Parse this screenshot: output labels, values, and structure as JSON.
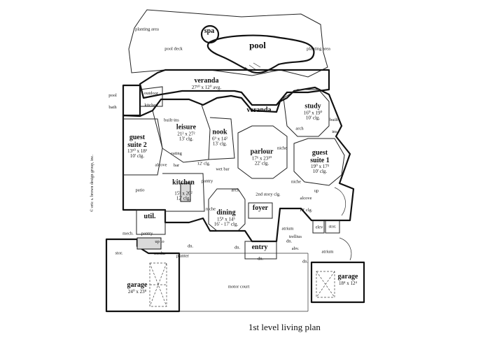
{
  "caption": "1st level living plan",
  "copyright": "© eric s. brown design group, inc.",
  "rooms": {
    "spa": {
      "name": "spa"
    },
    "pool": {
      "name": "pool"
    },
    "pool_deck": {
      "name": "pool deck"
    },
    "planting_left": {
      "name": "planting area"
    },
    "planting_right": {
      "name": "planting area"
    },
    "pool_bath": {
      "name": "pool bath"
    },
    "outdoor_kitchen": {
      "name": "outdoor kitchen"
    },
    "veranda_top": {
      "name": "veranda",
      "dim": "27¹⁰ x 12⁰ avg."
    },
    "veranda_mid": {
      "name": "veranda"
    },
    "study": {
      "name": "study",
      "dim": "16⁰ x 19⁰",
      "clg": "10' clg."
    },
    "built_ins_left": {
      "name": "built-ins"
    },
    "built_ins_right": {
      "name": "built-ins"
    },
    "guest_suite_2": {
      "name": "guest suite 2",
      "dim": "13¹⁰ x 18²",
      "clg": "10' clg."
    },
    "leisure": {
      "name": "leisure",
      "dim": "21² x 27²",
      "clg": "13' clg."
    },
    "nook": {
      "name": "nook",
      "dim": "6⁹ x 14²",
      "clg": "13' clg."
    },
    "parlour": {
      "name": "parlour",
      "dim": "17⁶ x 23¹⁰",
      "clg": "22' clg."
    },
    "guest_suite_1": {
      "name": "guest suite 1",
      "dim": "19⁰ x 17³",
      "clg": "10' clg."
    },
    "arch_study": {
      "name": "arch"
    },
    "niche_parlour": {
      "name": "niche"
    },
    "niche_gs1": {
      "name": "niche"
    },
    "alcove_left": {
      "name": "alcove"
    },
    "eating_bar": {
      "name": "eating bar"
    },
    "clg_12": {
      "name": "12' clg."
    },
    "wet_bar": {
      "name": "wet bar"
    },
    "pantry_center": {
      "name": "pantry"
    },
    "kitchen": {
      "name": "kitchen",
      "dim": "15⁹ x 20²",
      "clg": "12' clg."
    },
    "patio": {
      "name": "patio"
    },
    "arch_center": {
      "name": "arch"
    },
    "two_story_clg": {
      "name": "2nd story clg."
    },
    "up_gs1": {
      "name": "up"
    },
    "alcove_right": {
      "name": "alcove",
      "clg": "10' clg."
    },
    "util": {
      "name": "util."
    },
    "mech": {
      "name": "mech."
    },
    "pantry_util": {
      "name": "pantry"
    },
    "niche_dining": {
      "name": "niche"
    },
    "dining": {
      "name": "dining",
      "dim": "15⁸ x 14⁶",
      "clg": "16' - 17' clg."
    },
    "foyer": {
      "name": "foyer"
    },
    "atrium_center": {
      "name": "atrium"
    },
    "trellis": {
      "name": "trellius abv."
    },
    "elev": {
      "name": "elev"
    },
    "stor_right": {
      "name": "stor."
    },
    "stor_left": {
      "name": "stor."
    },
    "up_to_media": {
      "name": "up to media"
    },
    "dn_left": {
      "name": "dn."
    },
    "planter": {
      "name": "planter"
    },
    "dn_center": {
      "name": "dn."
    },
    "dn_atrium": {
      "name": "dn."
    },
    "entry": {
      "name": "entry"
    },
    "dn_entry": {
      "name": "dn."
    },
    "dn_right": {
      "name": "dn."
    },
    "atrium_right": {
      "name": "atrium"
    },
    "garage_left": {
      "name": "garage",
      "dim": "24⁰ x 23⁸"
    },
    "garage_right": {
      "name": "garage",
      "dim": "18⁴ x 12⁴"
    },
    "motor_court": {
      "name": "motor court"
    }
  }
}
